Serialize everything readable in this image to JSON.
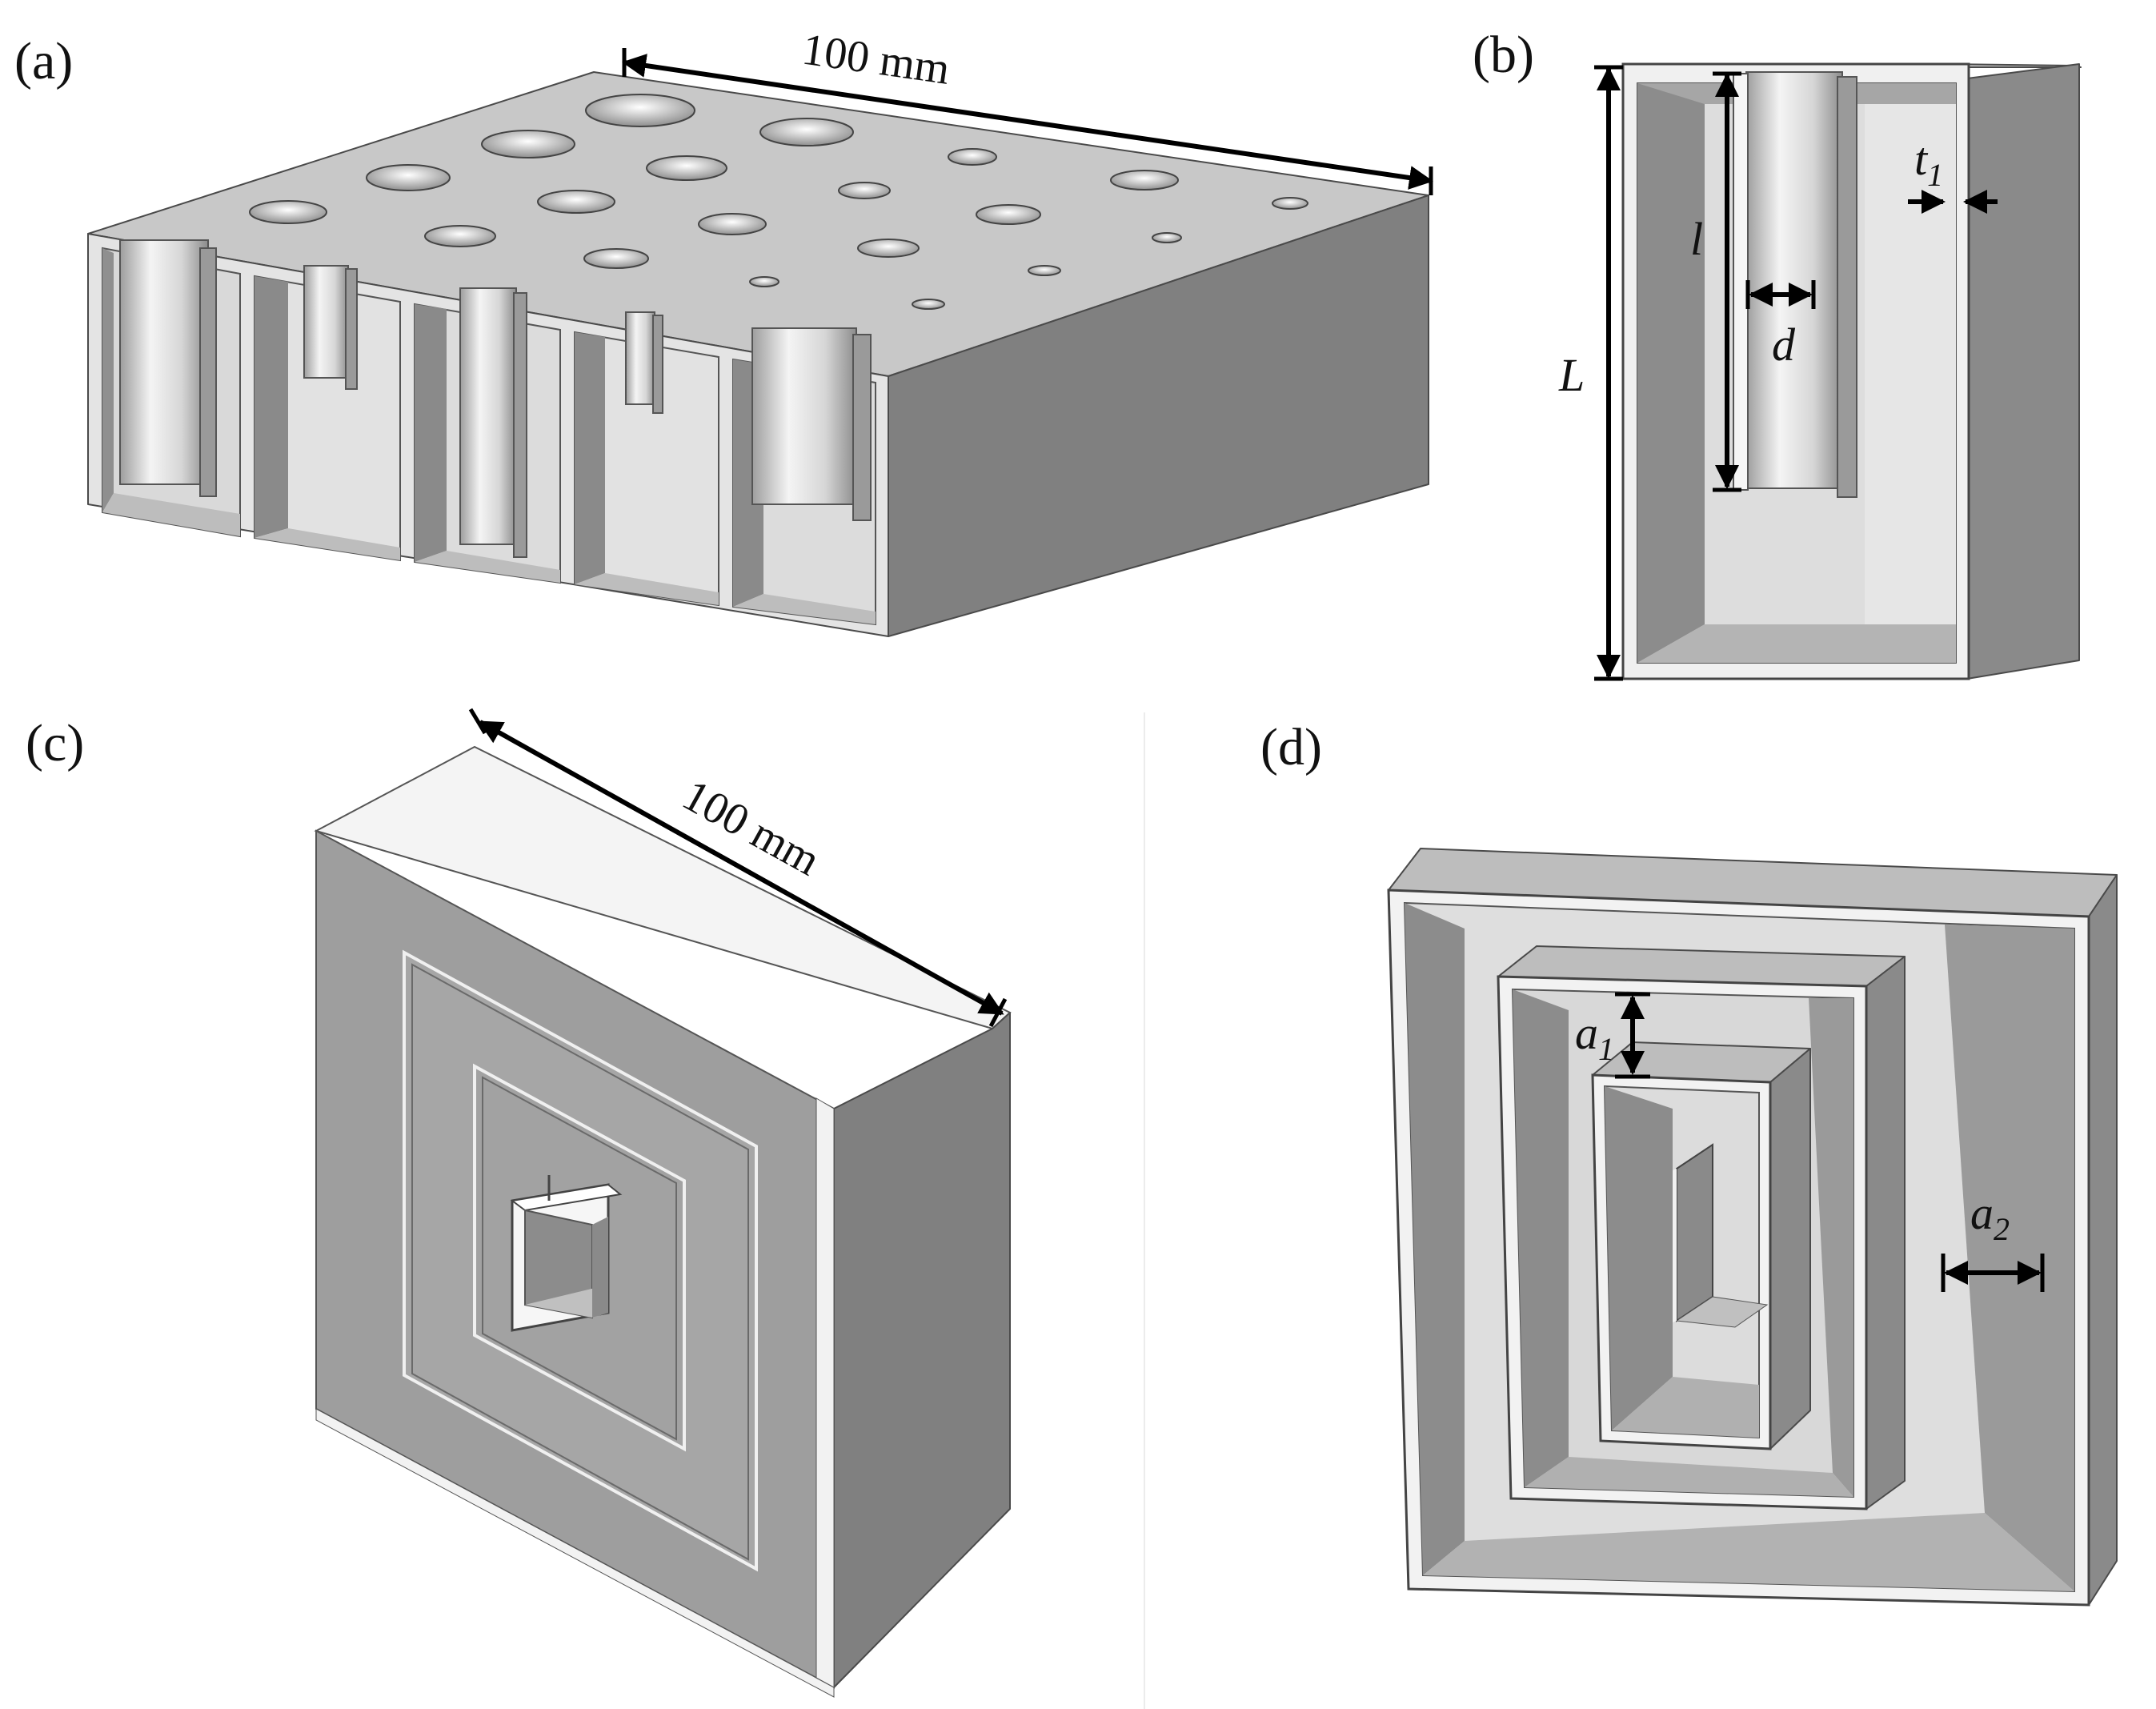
{
  "panels": {
    "a": {
      "label": "(a)",
      "width_annotation": "100 mm"
    },
    "b": {
      "label": "(b)",
      "symbols": {
        "L": "L",
        "l": "l",
        "d": "d",
        "t_base": "t",
        "t_sub": "1"
      }
    },
    "c": {
      "label": "(c)",
      "width_annotation": "100 mm"
    },
    "d": {
      "label": "(d)",
      "symbols": {
        "a1_base": "a",
        "a1_sub": "1",
        "a2_base": "a",
        "a2_sub": "2"
      }
    }
  },
  "colors": {
    "top_face": "#c4c4c4",
    "side_face": "#7f7f7f",
    "inner_wall": "#9a9a9a",
    "light_face": "#e6e6e6",
    "white_edge": "#f2f2f2",
    "dimension": "#000000"
  }
}
